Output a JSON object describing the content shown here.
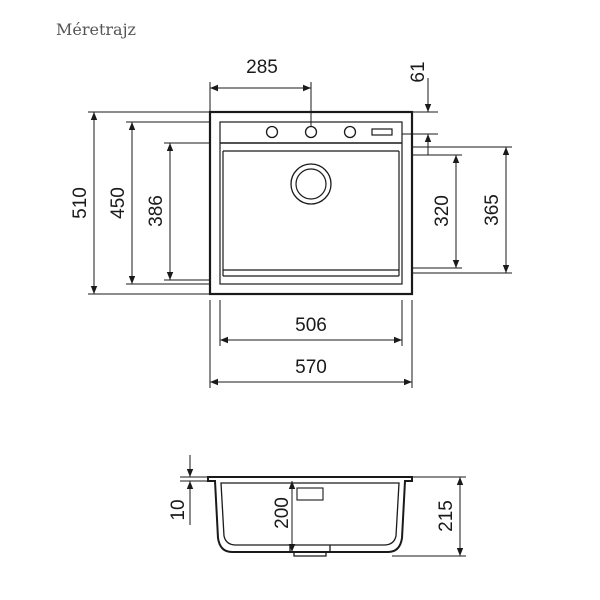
{
  "title": "Méretrajz",
  "top_view": {
    "width_top": "285",
    "offset_right": "61",
    "height_outer": "510",
    "height_rim": "450",
    "height_bowl": "386",
    "height_right_inner": "320",
    "height_right_outer": "365",
    "width_inner": "506",
    "width_outer": "570"
  },
  "side_view": {
    "rim_thickness": "10",
    "bowl_depth": "200",
    "total_depth": "215"
  },
  "colors": {
    "line": "#1a1a1a",
    "background": "#ffffff",
    "title": "#555555"
  }
}
